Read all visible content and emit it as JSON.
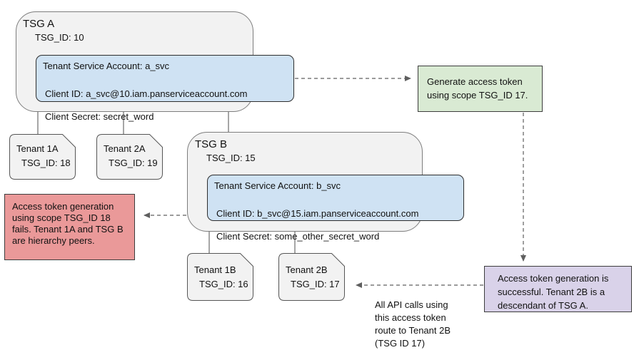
{
  "tsg_a": {
    "title": "TSG A",
    "tsg_id": "TSG_ID: 10",
    "service_account": {
      "title": "Tenant Service Account: a_svc",
      "client_id": "Client ID: a_svc@10.iam.panserviceaccount.com",
      "client_secret": "Client Secret: secret_word"
    }
  },
  "tsg_b": {
    "title": "TSG B",
    "tsg_id": "TSG_ID: 15",
    "service_account": {
      "title": "Tenant Service Account: b_svc",
      "client_id": "Client ID: b_svc@15.iam.panserviceaccount.com",
      "client_secret": "Client Secret: some_other_secret_word"
    }
  },
  "tenants": {
    "tenant_1a": {
      "name": "Tenant 1A",
      "tsg_id": "TSG_ID: 18"
    },
    "tenant_2a": {
      "name": "Tenant 2A",
      "tsg_id": "TSG_ID: 19"
    },
    "tenant_1b": {
      "name": "Tenant 1B",
      "tsg_id": "TSG_ID: 16"
    },
    "tenant_2b": {
      "name": "Tenant 2B",
      "tsg_id": "TSG_ID: 17"
    }
  },
  "notes": {
    "generate_token": "Generate access token\nusing scope TSG_ID 17.",
    "token_fail": "Access token generation\nusing scope TSG_ID 18\nfails. Tenant 1A and TSG B\nare hierarchy peers.",
    "token_success": "Access token generation is\nsuccessful. Tenant 2B is a\ndescendant of TSG A.",
    "api_route_caption": "All API calls using\nthis access token\nroute to Tenant 2B\n(TSG ID 17)"
  },
  "colors": {
    "container_fill": "#f2f2f2",
    "service_account_fill": "#cfe2f3",
    "generate_note_fill": "#d9ead3",
    "fail_note_fill": "#ea9999",
    "success_note_fill": "#d9d2e9",
    "connector": "#5f5f5f"
  }
}
